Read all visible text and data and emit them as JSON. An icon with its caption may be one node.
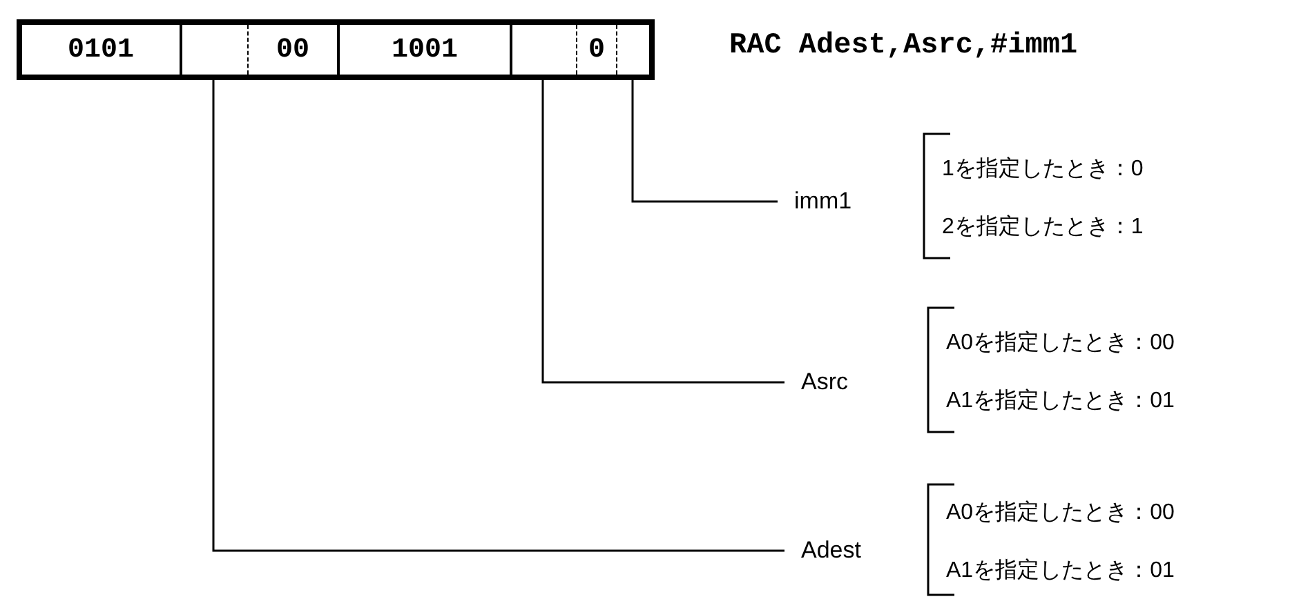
{
  "diagram": {
    "title": "RAC Adest,Asrc,#imm1",
    "nodes": [
      {
        "text": [],
        "shape": "box"
      },
      {
        "text": [
          "0101"
        ],
        "in": 0
      },
      {
        "text": [],
        "shape": "box",
        "in": 0
      },
      {
        "text": [
          "00"
        ],
        "in": 0
      },
      {
        "text": [
          "1001"
        ],
        "in": 0
      },
      {
        "text": [],
        "shape": "box",
        "in": 0
      },
      {
        "text": [
          "0"
        ],
        "in": 0
      },
      {
        "text": [],
        "shape": "box",
        "in": 0
      },
      {
        "text": [
          "imm1"
        ]
      },
      {
        "text": [
          "1を指定したとき：0",
          "2を指定したとき：1"
        ]
      },
      {
        "text": [
          "Asrc"
        ]
      },
      {
        "text": [
          "A0を指定したとき：00",
          "A1を指定したとき：01"
        ]
      },
      {
        "text": [
          "Adest"
        ]
      },
      {
        "text": [
          "A0を指定したとき：00",
          "A1を指定したとき：01"
        ]
      }
    ],
    "edges": [
      {
        "from": 7,
        "to": 8,
        "arrow": "none"
      },
      {
        "from": 5,
        "to": 10,
        "arrow": "none"
      },
      {
        "from": 2,
        "to": 12,
        "arrow": "none"
      }
    ]
  }
}
